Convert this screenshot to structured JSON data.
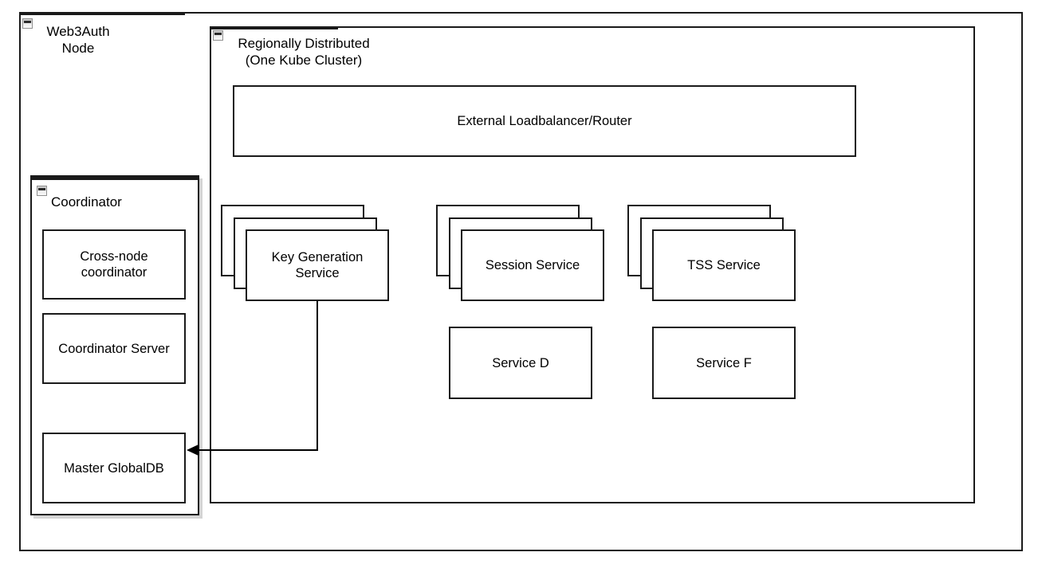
{
  "canvas": {
    "background_color": "#ffffff",
    "border_color": "#1a1a1a",
    "shadow_color": "#d4d4d4"
  },
  "groups": {
    "web3auth_node": {
      "label_line1": "Web3Auth",
      "label_line2": "Node",
      "collapse_icon": "minus-icon",
      "collapsed": false
    },
    "regionally_distributed": {
      "label_line1": "Regionally Distributed",
      "label_line2": "(One Kube Cluster)",
      "collapse_icon": "minus-icon",
      "collapsed": false
    },
    "coordinator": {
      "label": "Coordinator",
      "collapse_icon": "minus-icon",
      "collapsed": false
    }
  },
  "nodes": {
    "external_loadbalancer": {
      "label": "External Loadbalancer/Router"
    },
    "cross_node_coordinator": {
      "label_line1": "Cross-node",
      "label_line2": "coordinator"
    },
    "coordinator_server": {
      "label": "Coordinator Server"
    },
    "master_globaldb": {
      "label": "Master GlobalDB"
    },
    "key_generation_service": {
      "label_line1": "Key Generation",
      "label_line2": "Service",
      "stacked_copies": 3
    },
    "session_service": {
      "label": "Session Service",
      "stacked_copies": 3
    },
    "tss_service": {
      "label": "TSS Service",
      "stacked_copies": 3
    },
    "service_d": {
      "label": "Service D"
    },
    "service_f": {
      "label": "Service F"
    }
  },
  "edges": [
    {
      "from": "key_generation_service",
      "to": "master_globaldb",
      "style": "orthogonal",
      "arrowhead": "to"
    }
  ]
}
